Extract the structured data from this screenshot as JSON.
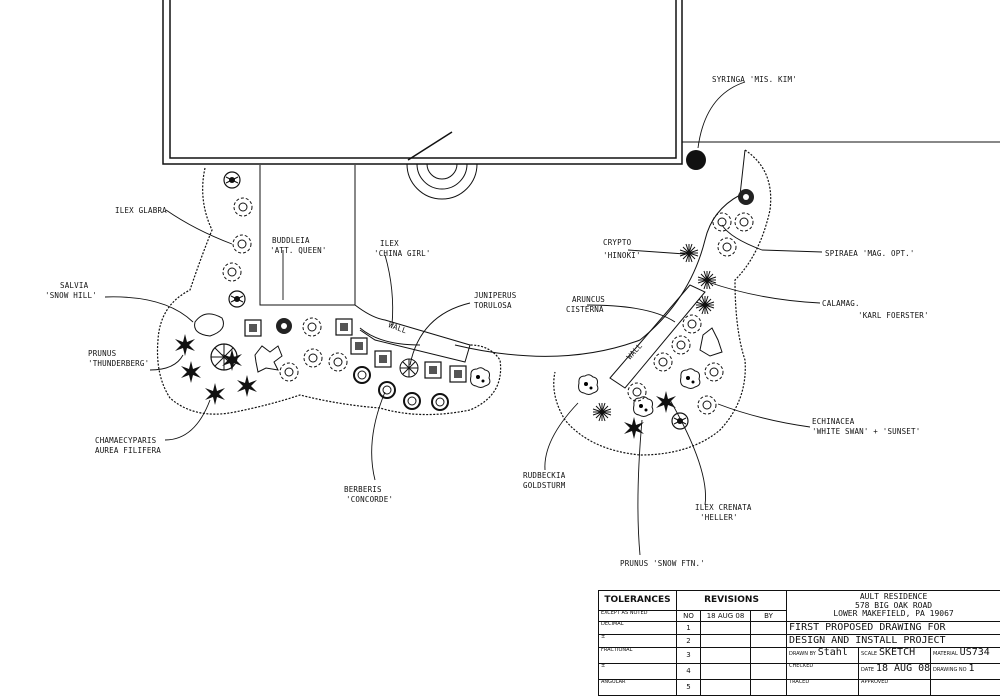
{
  "plants": {
    "ilex_glabra": "ILEX GLABRA",
    "buddleia": "BUDDLEIA",
    "buddleia_cv": "'ATT. QUEEN'",
    "ilex_chinagirl": "ILEX",
    "ilex_chinagirl_cv": "'CHINA GIRL'",
    "salvia": "SALVIA",
    "salvia_cv": "'SNOW HILL'",
    "prunus_left": "PRUNUS",
    "prunus_left_cv": "'THUNDERBERG'",
    "chamaecyparis": "CHAMAECYPARIS",
    "chamaecyparis_cv": "AUREA FILIFERA",
    "juniperus": "JUNIPERUS",
    "juniperus_cv": "TORULOSA",
    "berberis": "BERBERIS",
    "berberis_cv": "'CONCORDE'",
    "aruncus": "ARUNCUS",
    "aruncus_cv": "CISTERNA",
    "syringa": "SYRINGA 'MIS. KIM'",
    "spiraea": "SPIRAEA 'MAG. OPT.'",
    "crypto": "CRYPTO",
    "crypto_cv": "'HINOKI'",
    "calamag": "CALAMAG.",
    "calamag_cv": "'KARL FOERSTER'",
    "echinacea": "ECHINACEA",
    "echinacea_cv": "'WHITE SWAN' + 'SUNSET'",
    "rudbeckia": "RUDBECKIA",
    "rudbeckia_cv": "GOLDSTURM",
    "ilex_crenata": "ILEX CRENATA",
    "ilex_crenata_cv": "'HELLER'",
    "prunus_bottom": "PRUNUS 'SNOW FTN.'"
  },
  "walls": {
    "left": "WALL",
    "right": "WALL"
  },
  "title_block": {
    "tolerances": "TOLERANCES",
    "except_noted": "EXCEPT AS NOTED",
    "decimal": "DECIMAL",
    "fractional": "FRACTIONAL",
    "angular": "ANGULAR",
    "pm": "±",
    "revisions": "REVISIONS",
    "no": "NO",
    "date": "18 AUG 08",
    "by": "BY",
    "rev_numbers": [
      "1",
      "2",
      "3",
      "4",
      "5"
    ],
    "client_line1": "AULT RESIDENCE",
    "client_line2": "578 BIG OAK ROAD",
    "client_line3": "LOWER MAKEFIELD, PA 19067",
    "project_line1": "FIRST PROPOSED DRAWING FOR",
    "project_line2": "DESIGN AND INSTALL PROJECT",
    "drawn_by_label": "DRAWN BY",
    "drawn_by": "Stahl",
    "scale_label": "SCALE",
    "scale": "SKETCH",
    "material_label": "MATERIAL",
    "material": "US734",
    "checked_label": "CHECKED",
    "date_label": "DATE",
    "drawing_no_label": "DRAWING NO",
    "drawing_no": "1",
    "traced_label": "TRACED",
    "approved_label": "APPROVED"
  }
}
